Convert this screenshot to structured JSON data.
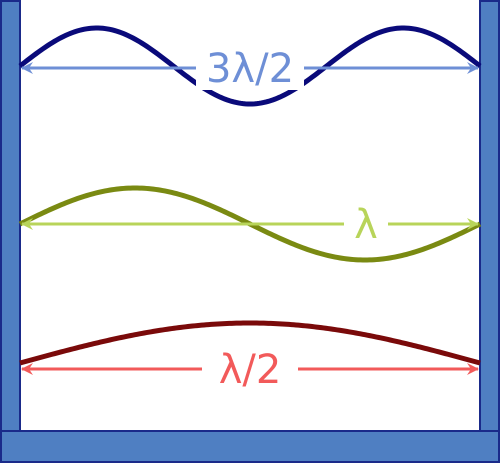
{
  "colors": {
    "frame_fill": "#4f7fc2",
    "frame_stroke": "#1a2a8a",
    "background": "#ffffff"
  },
  "modes": [
    {
      "id": "three-half",
      "label": "3λ/2",
      "half_wavelengths": 3,
      "wave_color": "#0a0a7a",
      "arrow_color": "#6e8fd6",
      "label_color": "#6e8fd6"
    },
    {
      "id": "full",
      "label": "λ",
      "half_wavelengths": 2,
      "wave_color": "#7a8a12",
      "arrow_color": "#b8d45a",
      "label_color": "#b8d45a"
    },
    {
      "id": "half",
      "label": "λ/2",
      "half_wavelengths": 1,
      "wave_color": "#7a0a0a",
      "arrow_color": "#f25a5a",
      "label_color": "#f25a5a"
    }
  ]
}
